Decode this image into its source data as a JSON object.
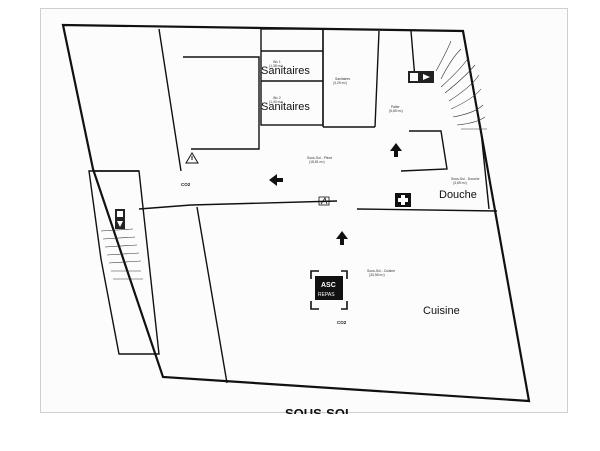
{
  "plan": {
    "footer_title": "SOUS-SOL",
    "rooms": {
      "wc1": {
        "name": "Wc 1",
        "area": "(1,38 m²)",
        "label": "Sanitaires"
      },
      "wc2": {
        "name": "Wc 2",
        "area": "(1,40 m²)",
        "label": "Sanitaires"
      },
      "sanitaires": {
        "name": "Sanitaires",
        "area": "(3,29 m²)"
      },
      "palier": {
        "name": "Palier",
        "area": "(5,65 m²)"
      },
      "piece": {
        "name": "Sous-Sol - Pièce",
        "area": "(18,81 m²)"
      },
      "douche": {
        "name": "Sous-Sol - Douche",
        "area": "(3,69 m²)",
        "label": "Douche"
      },
      "cuisine": {
        "name": "Sous-Sol - Cuisine",
        "area": "(33,96 m²)",
        "label": "Cuisine"
      }
    },
    "asc": {
      "line1": "ASC",
      "line2": "REPAS"
    },
    "co2_labels": [
      "CO2",
      "CO2"
    ],
    "colors": {
      "wall": "#111111",
      "exit_sign": "#222222",
      "paper": "#fcfcfc"
    },
    "icons": [
      "emergency-exit-icon",
      "warning-icon",
      "first-aid-icon",
      "electrical-panel-icon",
      "direction-arrow-icon"
    ]
  }
}
